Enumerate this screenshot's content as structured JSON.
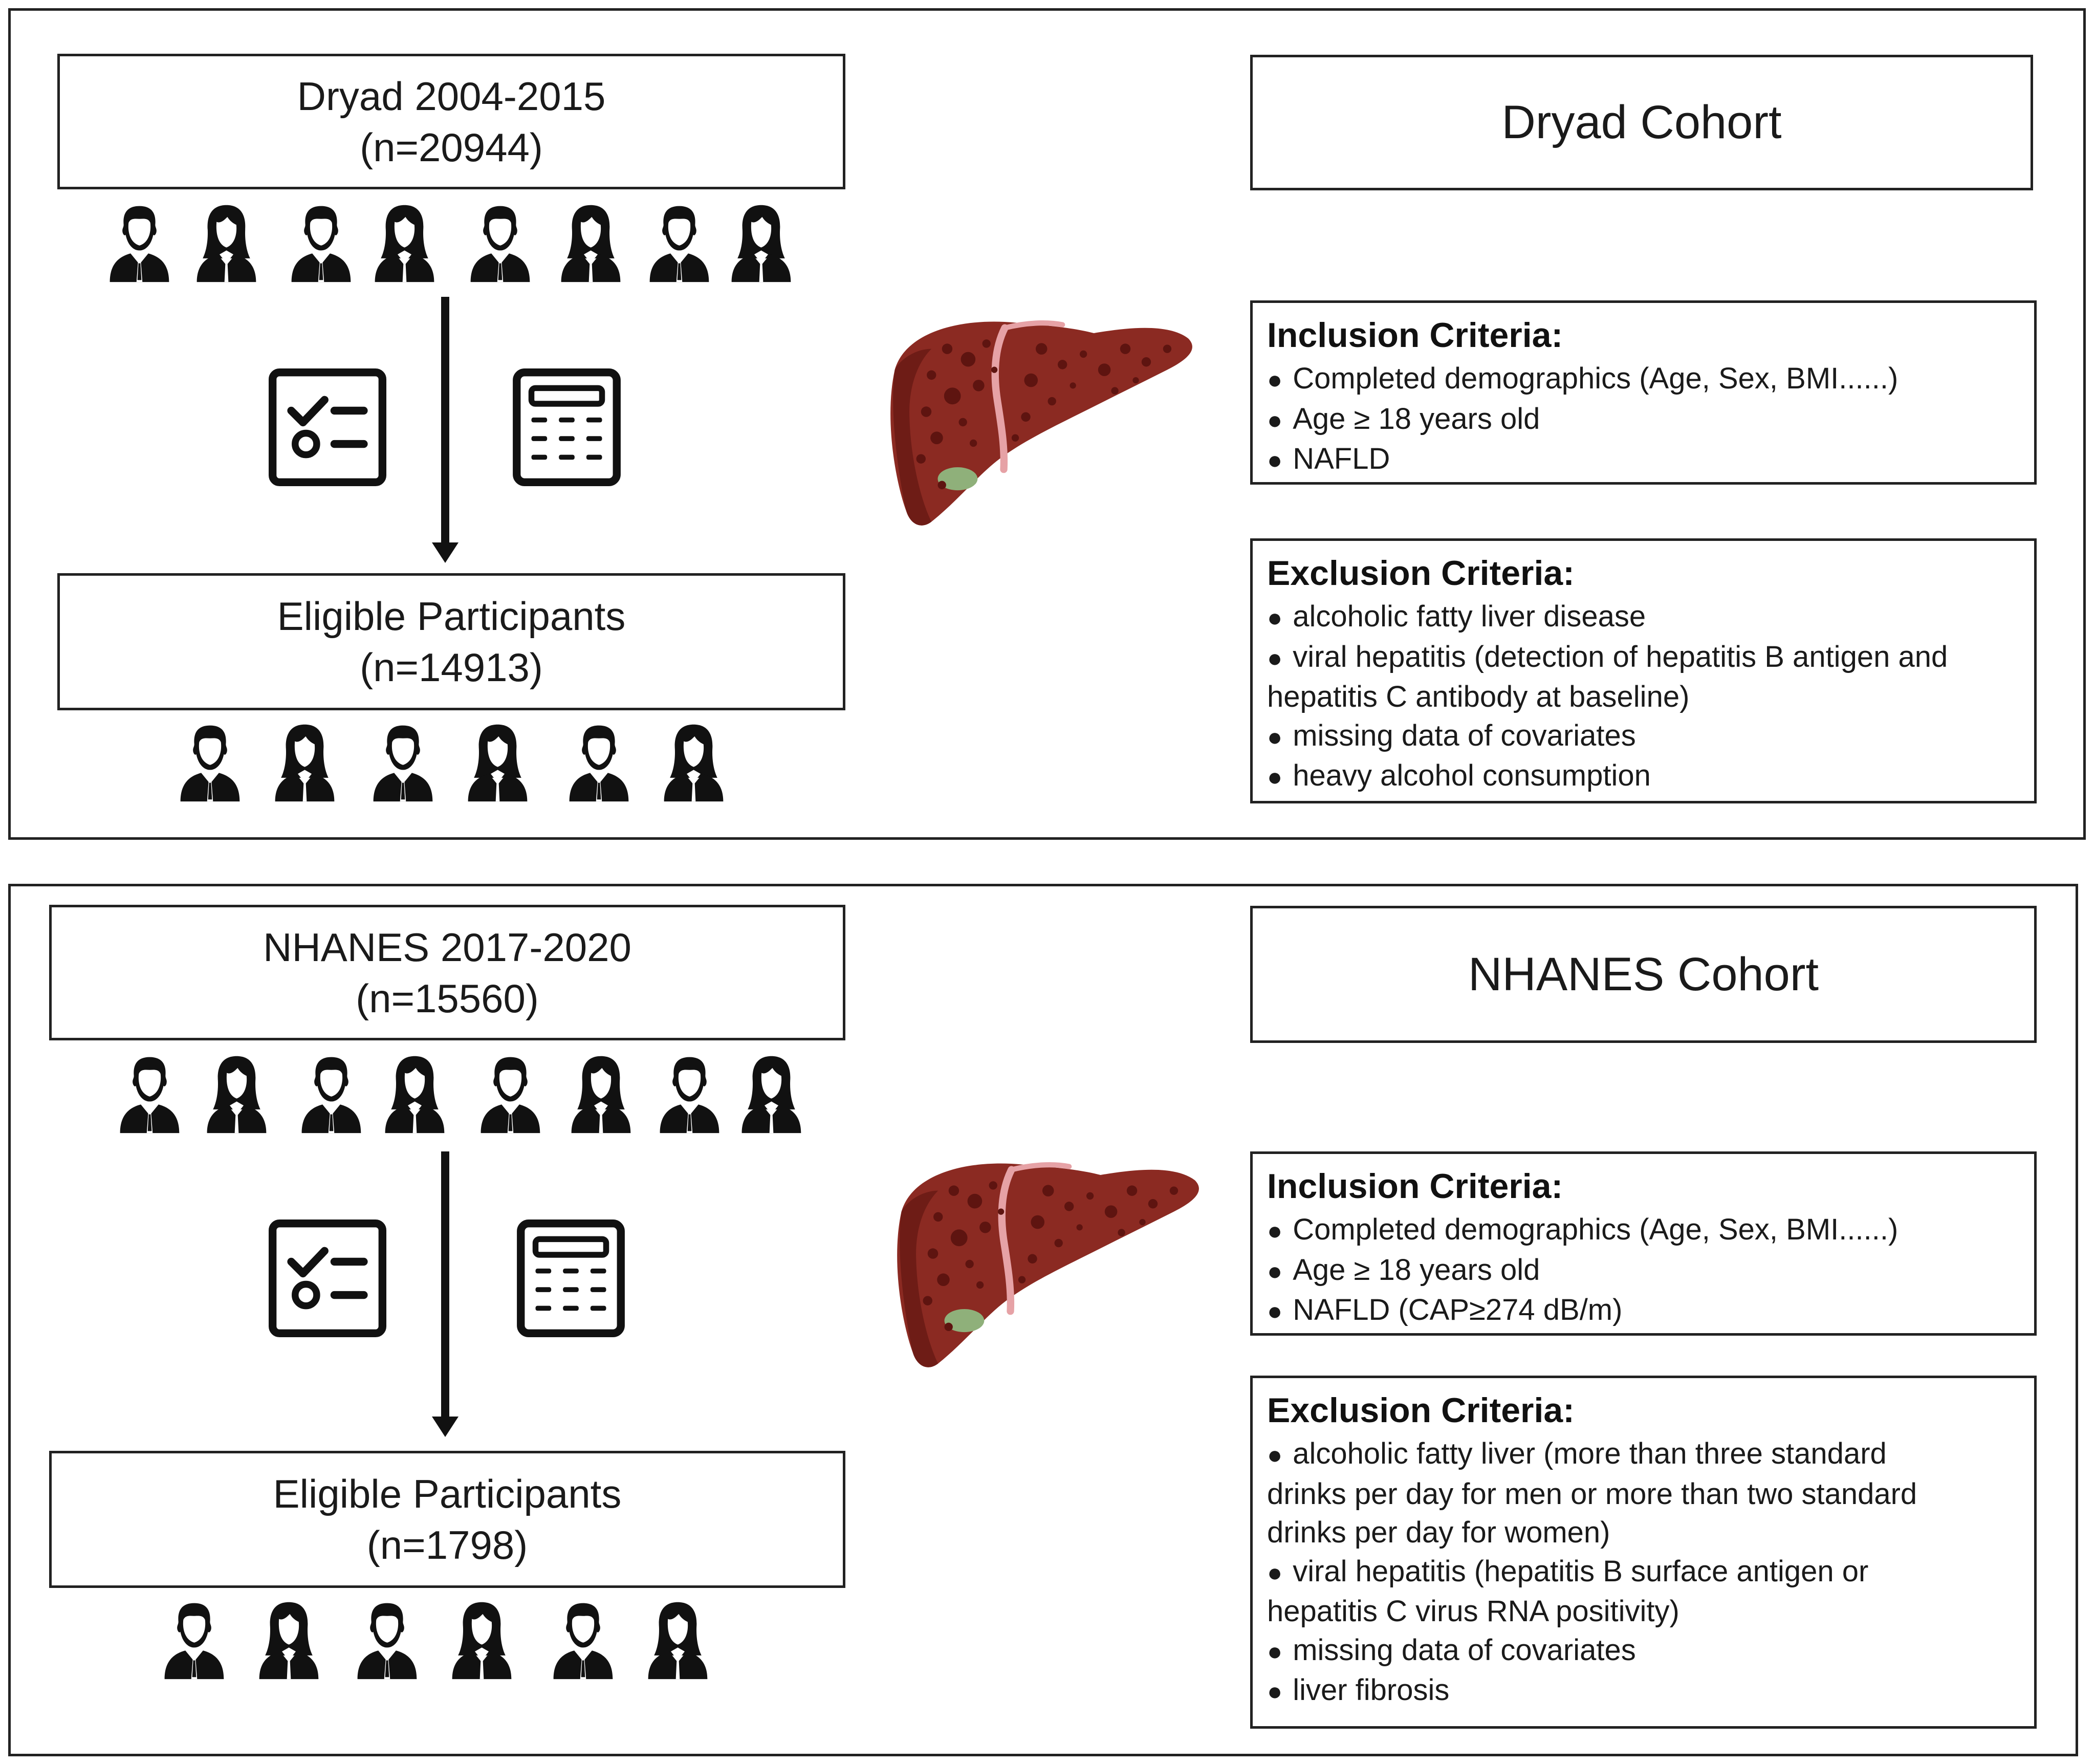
{
  "top": {
    "source": {
      "title": "Dryad 2004-2015",
      "n": "(n=20944)"
    },
    "eligible": {
      "title": "Eligible Participants",
      "n": "(n=14913)"
    },
    "cohort_title": "Dryad Cohort",
    "inclusion": {
      "heading": "Inclusion Criteria:",
      "items": [
        "Completed demographics (Age, Sex, BMI......)",
        "Age ≥ 18 years old",
        "NAFLD"
      ]
    },
    "exclusion": {
      "heading": "Exclusion Criteria:",
      "items": [
        "alcoholic fatty liver disease",
        "viral hepatitis (detection of hepatitis B antigen and",
        "hepatitis C antibody at baseline)",
        "missing data of covariates",
        "heavy alcohol consumption"
      ]
    }
  },
  "bottom": {
    "source": {
      "title": "NHANES 2017-2020",
      "n": "(n=15560)"
    },
    "eligible": {
      "title": "Eligible Participants",
      "n": "(n=1798)"
    },
    "cohort_title": "NHANES Cohort",
    "inclusion": {
      "heading": "Inclusion Criteria:",
      "items": [
        "Completed demographics (Age, Sex, BMI......)",
        "Age ≥ 18 years old",
        "NAFLD (CAP≥274 dB/m)"
      ]
    },
    "exclusion": {
      "heading": "Exclusion Criteria:",
      "items": [
        "alcoholic fatty liver (more than three standard",
        "drinks per day for men or more than two standard",
        "drinks per day for women)",
        "viral hepatitis (hepatitis B surface antigen or",
        "hepatitis C virus RNA positivity)",
        "missing data of covariates",
        "liver fibrosis"
      ]
    }
  },
  "icons": [
    "male-person-icon",
    "female-person-icon",
    "checklist-icon",
    "calculator-icon",
    "liver-icon"
  ],
  "colors": {
    "liver": "#8b2a22",
    "liver_dark": "#5e1410",
    "ligament": "#e6a2a6",
    "gallbladder": "#8fb07a"
  }
}
